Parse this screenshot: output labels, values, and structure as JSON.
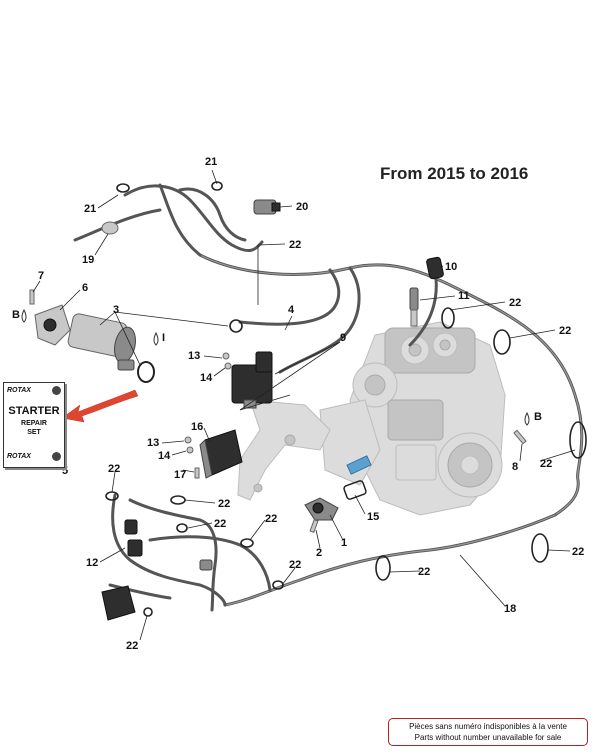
{
  "title": "From 2015 to 2016",
  "kit": {
    "brand": "ROTAX",
    "line1": "STARTER",
    "line2": "REPAIR",
    "line3": "SET"
  },
  "note": {
    "line1": "Pièces sans numéro indisponibles à la vente",
    "line2": "Parts without number unavailable for sale"
  },
  "callouts": {
    "c21a": "21",
    "c21b": "21",
    "c20": "20",
    "c19": "19",
    "c22a": "22",
    "c10": "10",
    "c11": "11",
    "c22b": "22",
    "c22c": "22",
    "c7": "7",
    "cBa": "B",
    "c6": "6",
    "c3": "3",
    "c4": "4",
    "c9": "9",
    "c13a": "13",
    "c14a": "14",
    "cI": "I",
    "c5": "5",
    "c16": "16",
    "c13b": "13",
    "c14b": "14",
    "c17": "17",
    "cBb": "B",
    "c8": "8",
    "c22d": "22",
    "c22e": "22",
    "c22f": "22",
    "c22g": "22",
    "c22h": "22",
    "c12": "12",
    "c15": "15",
    "c1": "1",
    "c2": "2",
    "c22i": "22",
    "c22j": "22",
    "c22k": "22",
    "c18": "18",
    "c22l": "22"
  },
  "colors": {
    "accent_arrow": "#e0452f",
    "note_border": "#b52020",
    "highlight_part": "#5aa0d0"
  }
}
